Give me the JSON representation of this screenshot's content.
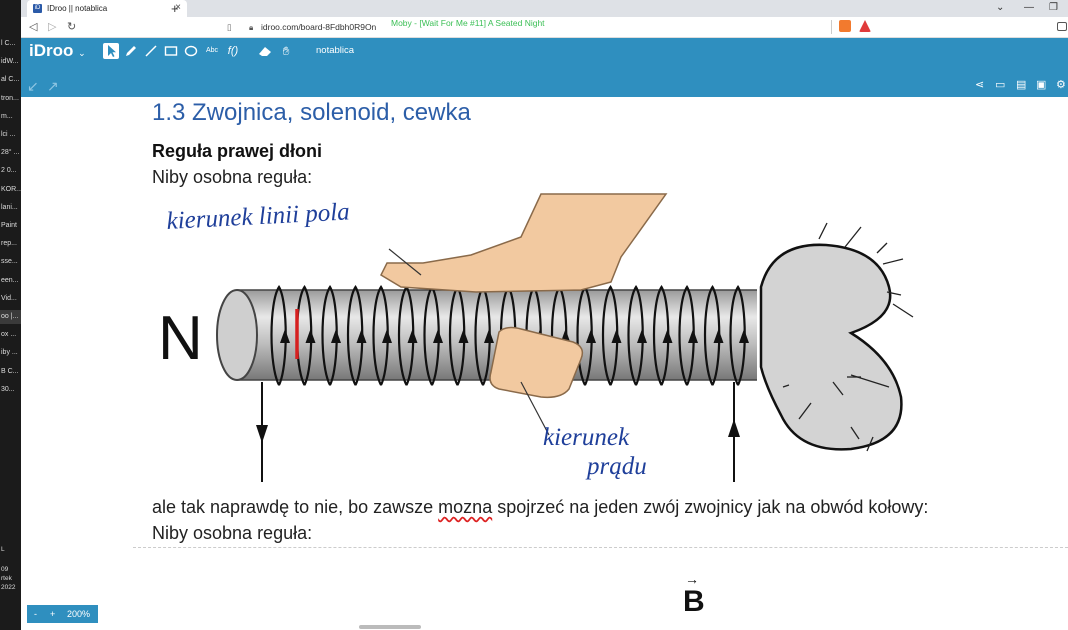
{
  "taskbar": {
    "items": [
      "l C...",
      "idW...",
      "al C...",
      "tron...",
      "m...",
      "lci ...",
      "28° ...",
      "2 0...",
      "KOR...",
      "lani...",
      "Paint",
      "rep...",
      "sse...",
      "een...",
      "Vid...",
      "oo |...",
      "ox ...",
      "iby ...",
      "B C...",
      "30..."
    ],
    "active_index": 15,
    "bottom": [
      "L",
      "09",
      "rtek",
      "2022"
    ]
  },
  "browser": {
    "tab_title": "IDroo || notablica",
    "tab_favicon": "iD",
    "url": "idroo.com/board-8Fdbh0R9On",
    "media_title": "Moby - [Wait For Me #11] A Seated Night"
  },
  "app": {
    "logo": "iDroo",
    "board_name": "notablica",
    "tools": [
      "pointer-icon",
      "pencil-icon",
      "line-icon",
      "rectangle-icon",
      "ellipse-icon",
      "text-icon",
      "formula-icon",
      "eraser-icon",
      "pan-icon"
    ],
    "text_tool_label": "Abc",
    "formula_tool_label": "f()"
  },
  "board": {
    "heading": "1.3 Zwojnica, solenoid, cewka",
    "subheading": "Reguła prawej dłoni",
    "line1": "Niby osobna reguła:",
    "line2_a": "ale tak naprawdę to nie, bo zawsze ",
    "line2_b": "mozna",
    "line2_c": " spojrzeć na jeden zwój zwojnicy jak na obwód kołowy:",
    "line3": "Niby osobna reguła:",
    "figure": {
      "pole_label": "N",
      "label_field": "kierunek linii pola",
      "label_current_1": "kierunek",
      "label_current_2": "prądu"
    },
    "vector_label": "B"
  },
  "zoom": {
    "minus": "-",
    "plus": "+",
    "level": "200%"
  },
  "colors": {
    "toolbar": "#2f8fbf",
    "heading": "#2c5ea8",
    "handwriting": "#1f3f9a",
    "current_mark": "#d62020"
  }
}
